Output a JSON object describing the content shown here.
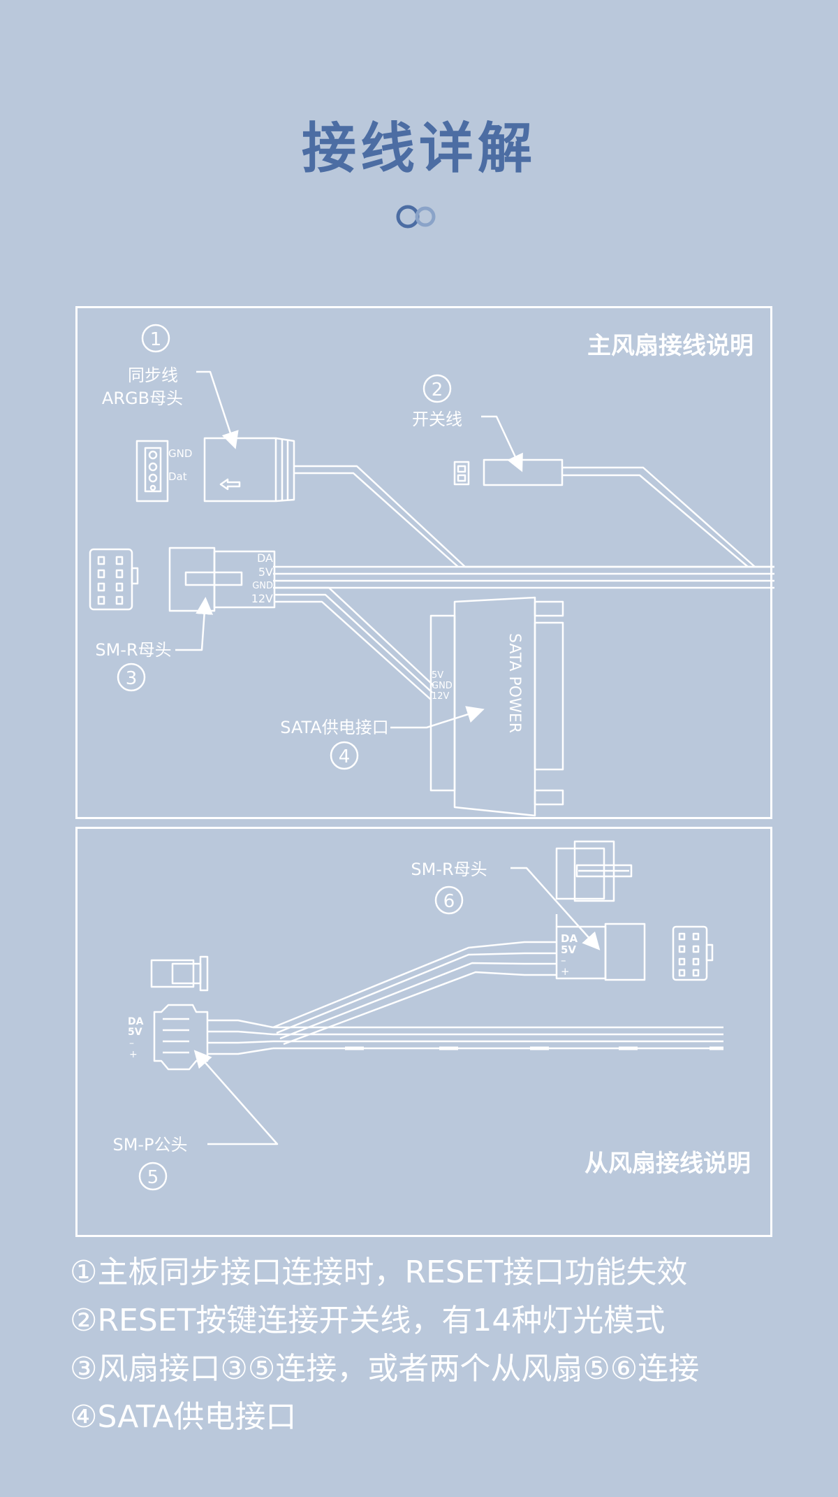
{
  "title": "接线详解",
  "colors": {
    "background": "#bac8db",
    "title": "#4c6da3",
    "line": "#ffffff"
  },
  "main_panel": {
    "heading": "主风扇接线说明",
    "sync_cable": {
      "number": "1",
      "label_line1": "同步线",
      "label_line2": "ARGB母头",
      "pin_labels": [
        "GND",
        "Dat"
      ]
    },
    "switch_cable": {
      "number": "2",
      "label": "开关线"
    },
    "smr_female": {
      "number": "3",
      "label": "SM-R母头",
      "pin_labels": [
        "DA",
        "5V",
        "GND",
        "12V"
      ]
    },
    "sata_power": {
      "number": "4",
      "label": "SATA供电接口",
      "connector_text": "SATA POWER",
      "pin_labels": [
        "5V",
        "GND",
        "12V"
      ]
    }
  },
  "slave_panel": {
    "heading": "从风扇接线说明",
    "smr_female": {
      "number": "6",
      "label": "SM-R母头",
      "pin_labels": [
        "DA",
        "5V",
        "–",
        "+"
      ]
    },
    "smp_male": {
      "number": "5",
      "label": "SM-P公头",
      "pin_labels": [
        "DA",
        "5V",
        "–",
        "+"
      ]
    }
  },
  "notes": [
    "①主板同步接口连接时，RESET接口功能失效",
    "②RESET按键连接开关线，有14种灯光模式",
    "③风扇接口③⑤连接，或者两个从风扇⑤⑥连接",
    "④SATA供电接口"
  ]
}
